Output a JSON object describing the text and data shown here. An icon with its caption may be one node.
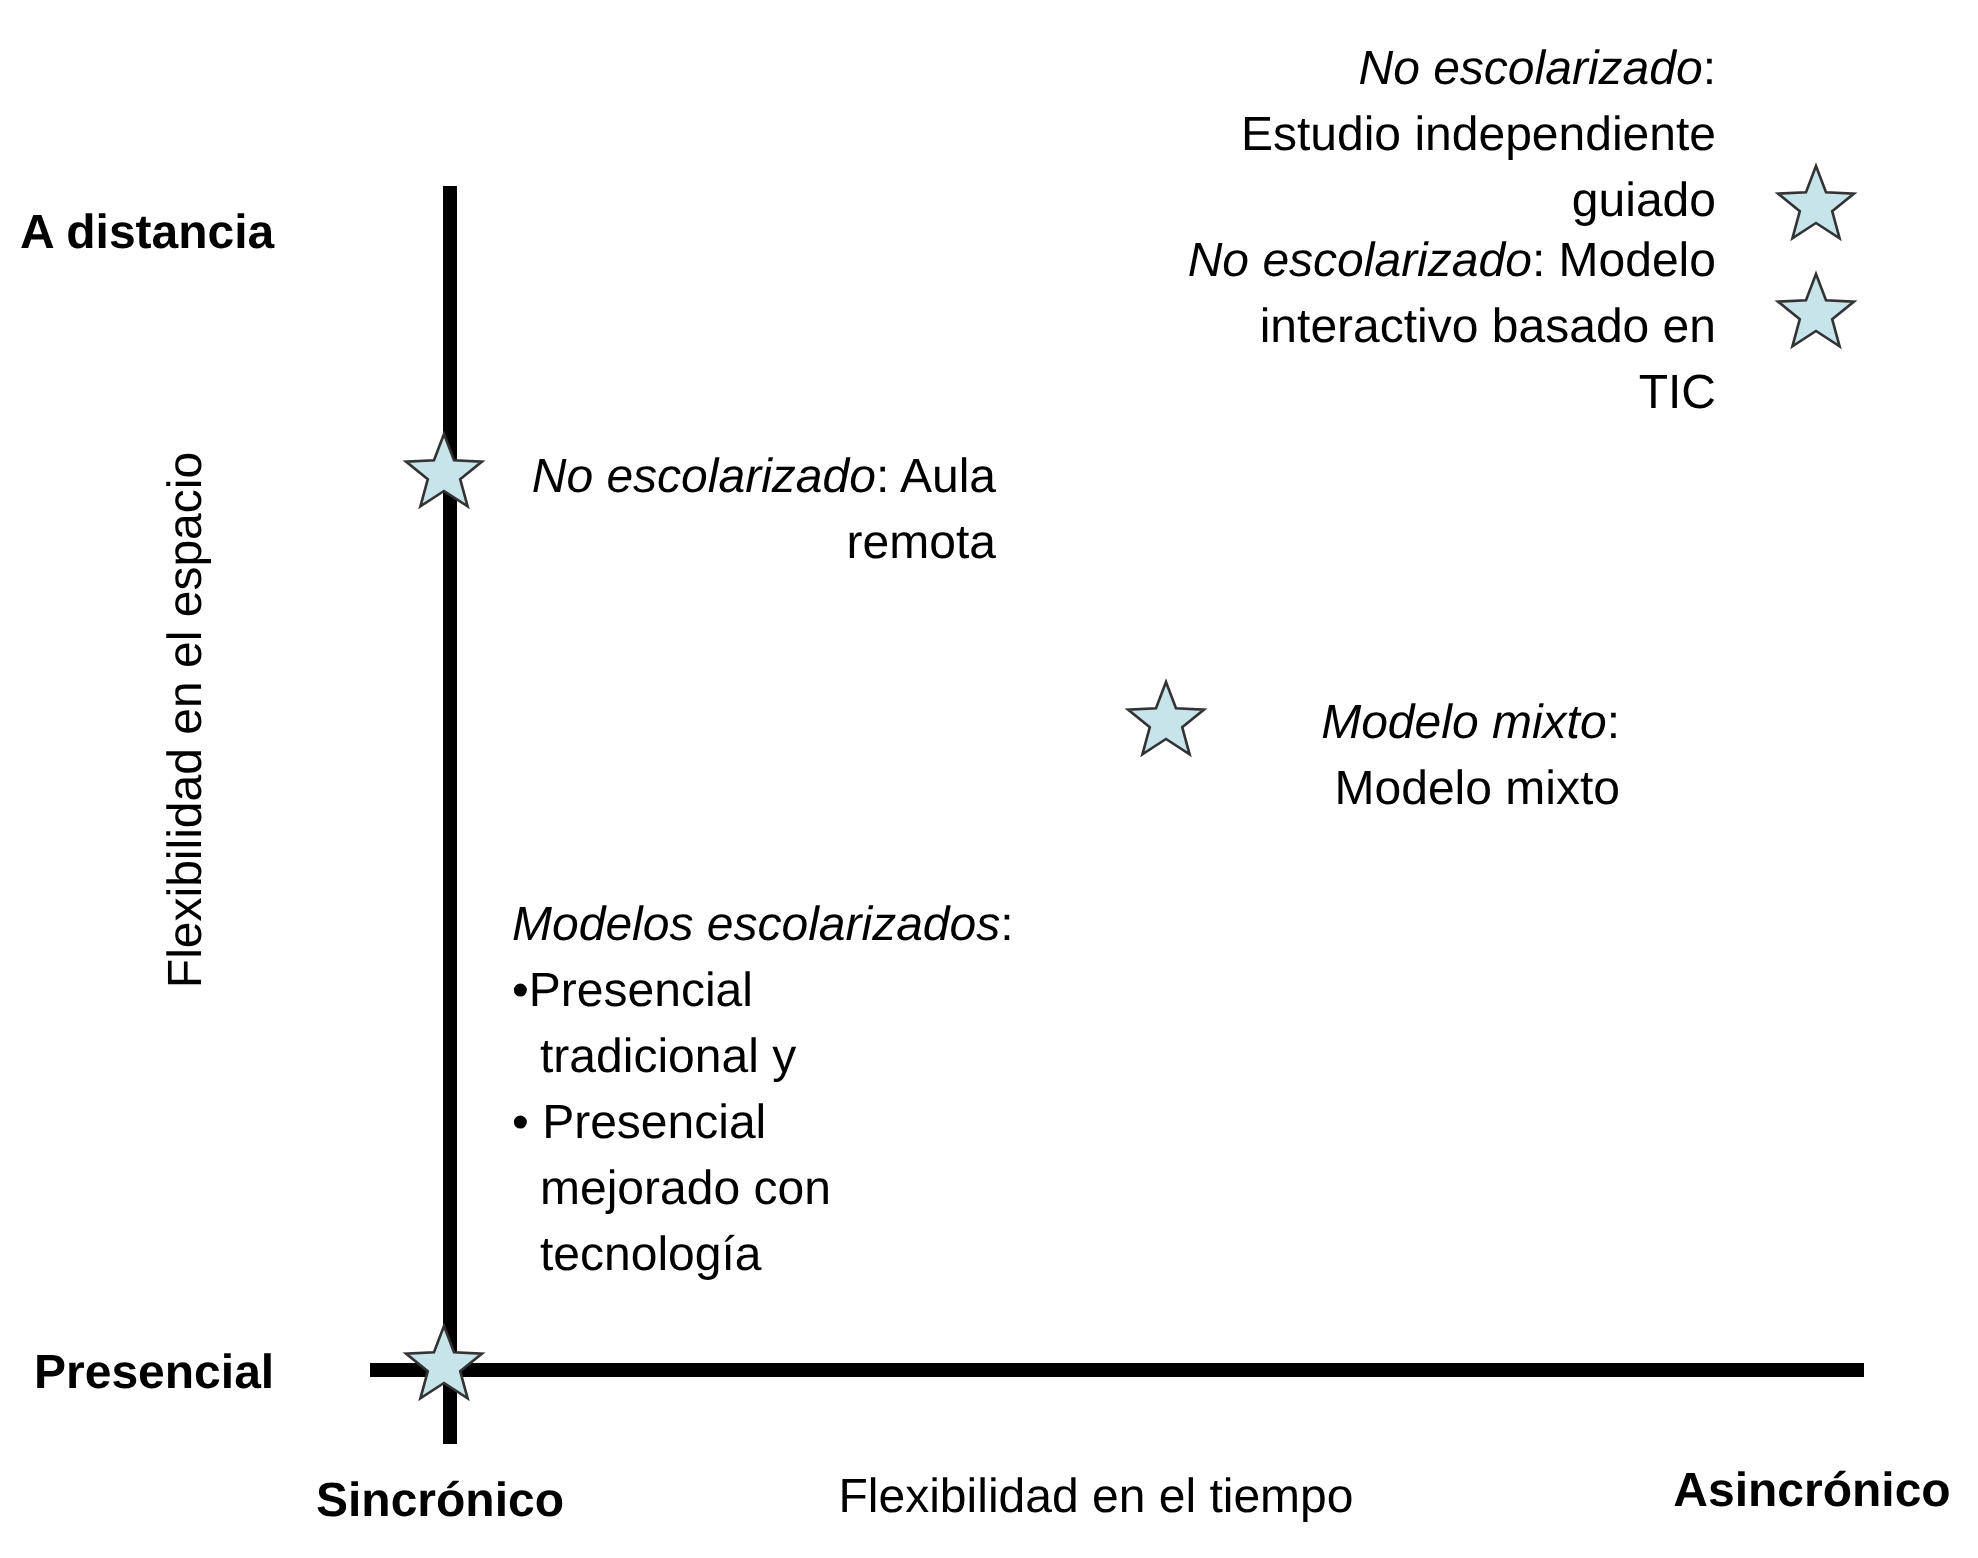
{
  "diagram": {
    "nodes": [
      {
        "text": [],
        "shape": "star",
        "beside": [
          "*No escolarizado*: Estudio independiente guiado"
        ]
      },
      {
        "text": [],
        "shape": "star",
        "beside": [
          "*No escolarizado*: Modelo interactivo basado en TIC"
        ]
      },
      {
        "text": [],
        "shape": "star",
        "beside": [
          "*No escolarizado*: Aula remota"
        ]
      },
      {
        "text": [],
        "shape": "star",
        "beside": [
          "*Modelo mixto*: Modelo mixto"
        ]
      },
      {
        "text": [],
        "shape": "star",
        "beside": [
          "*Modelos escolarizados*:",
          "•Presencial tradicional y",
          "• Presencial mejorado con tecnología"
        ]
      }
    ],
    "labels": [
      "A distancia",
      "Flexibilidad en el espacio",
      "Presencial",
      "Sincrónico",
      "Flexibilidad en el tiempo",
      "Asincrónico"
    ]
  }
}
